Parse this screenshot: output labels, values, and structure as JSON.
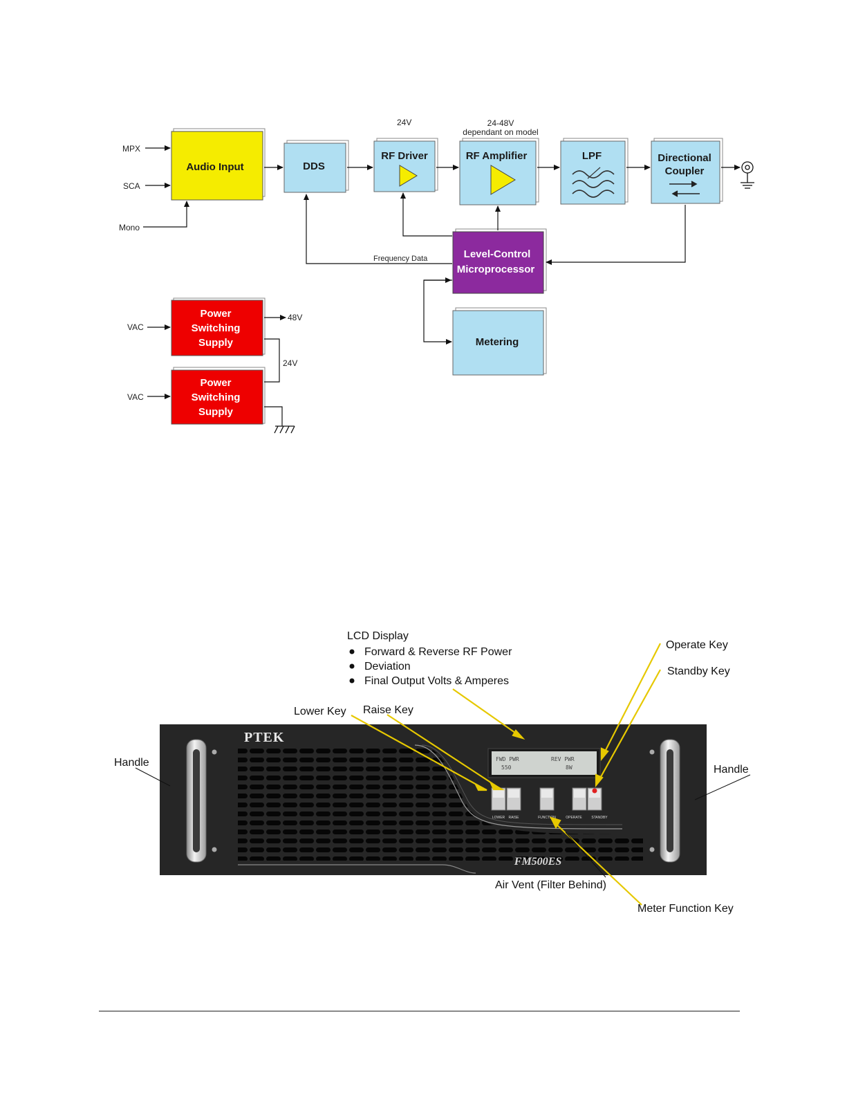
{
  "block_diagram": {
    "inputs": {
      "mpx": "MPX",
      "sca": "SCA",
      "mono": "Mono",
      "vac1": "VAC",
      "vac2": "VAC"
    },
    "blocks": {
      "audio_input": "Audio Input",
      "dds": "DDS",
      "rf_driver": "RF Driver",
      "rf_amplifier": "RF Amplifier",
      "lpf": "LPF",
      "directional_coupler_l1": "Directional",
      "directional_coupler_l2": "Coupler",
      "level_control_l1": "Level-Control",
      "level_control_l2": "Microprocessor",
      "metering": "Metering",
      "psu_l1": "Power",
      "psu_l2": "Switching",
      "psu_l3": "Supply"
    },
    "labels": {
      "driver_voltage": "24V",
      "amp_voltage_l1": "24-48V",
      "amp_voltage_l2": "dependant on model",
      "frequency_data": "Frequency Data",
      "out_48v": "48V",
      "link_24v": "24V"
    },
    "colors": {
      "audio_input": "#f5ec00",
      "rf_blocks": "#b0dff2",
      "level_control": "#8c2a9e",
      "power_supply": "#ee0000"
    }
  },
  "front_panel": {
    "brand": "PTEK",
    "model": "FM500ES",
    "lcd": {
      "fwd_label": "FWD PWR",
      "fwd_value": "550",
      "rev_label": "REV PWR",
      "rev_value": "8W"
    },
    "key_labels": {
      "lower": "LOWER",
      "raise": "RAISE",
      "function": "FUNCTION",
      "operate": "OPERATE",
      "standby": "STANDBY"
    },
    "callouts": {
      "lcd_title": "LCD Display",
      "lcd_items": [
        "Forward & Reverse RF Power",
        "Deviation",
        "Final Output Volts & Amperes"
      ],
      "operate_key": "Operate Key",
      "standby_key": "Standby Key",
      "lower_key": "Lower Key",
      "raise_key": "Raise Key",
      "handle_left": "Handle",
      "handle_right": "Handle",
      "air_vent": "Air Vent (Filter Behind)",
      "meter_function_key": "Meter Function Key"
    },
    "colors": {
      "callout_line": "#e6c800",
      "panel": "#262626",
      "standby_led": "#e02020"
    }
  }
}
